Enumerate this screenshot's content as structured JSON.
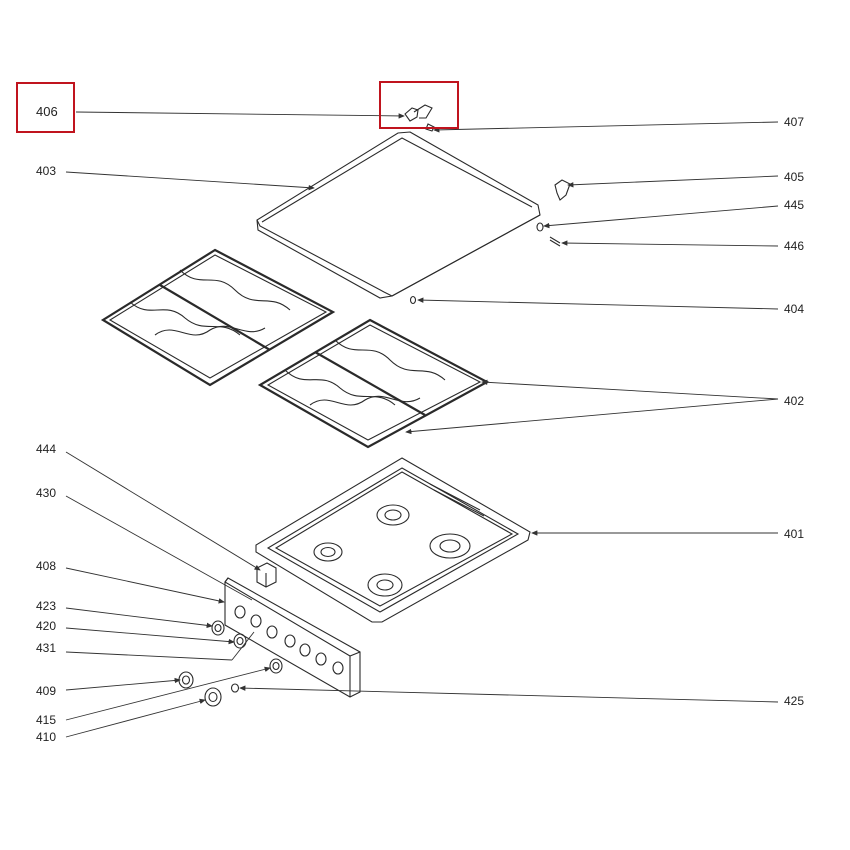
{
  "labels": {
    "l406": "406",
    "l407": "407",
    "l403": "403",
    "l405": "405",
    "l445": "445",
    "l446": "446",
    "l404": "404",
    "l402": "402",
    "l444": "444",
    "l430": "430",
    "l401": "401",
    "l408": "408",
    "l423": "423",
    "l420": "420",
    "l431": "431",
    "l409": "409",
    "l425": "425",
    "l415": "415",
    "l410": "410"
  },
  "colors": {
    "highlight": "#c0141e",
    "line": "#2a2a2a"
  }
}
